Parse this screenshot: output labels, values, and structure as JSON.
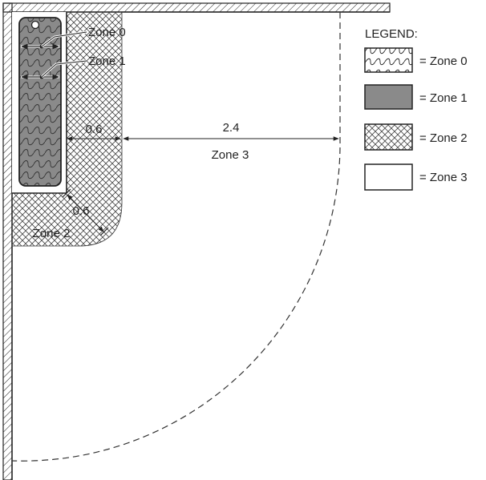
{
  "labels": {
    "zone0_callout": "Zone 0",
    "zone1_callout": "Zone 1",
    "dim_0_6_horizontal": "0.6",
    "dim_2_4": "2.4",
    "zone3_label": "Zone 3",
    "dim_0_6_diagonal": "0.6",
    "zone2_label": "Zone 2"
  },
  "legend": {
    "title": "LEGEND:",
    "items": [
      {
        "label": "= Zone 0",
        "pattern": "wavy-hatch"
      },
      {
        "label": "= Zone 1",
        "pattern": "solid-grey"
      },
      {
        "label": "= Zone 2",
        "pattern": "crosshatch"
      },
      {
        "label": "= Zone 3",
        "pattern": "blank"
      }
    ]
  },
  "colors": {
    "stroke": "#222222",
    "zone1_fill": "#8a8a8a",
    "zone2_hatch": "#444444",
    "background": "#ffffff"
  }
}
